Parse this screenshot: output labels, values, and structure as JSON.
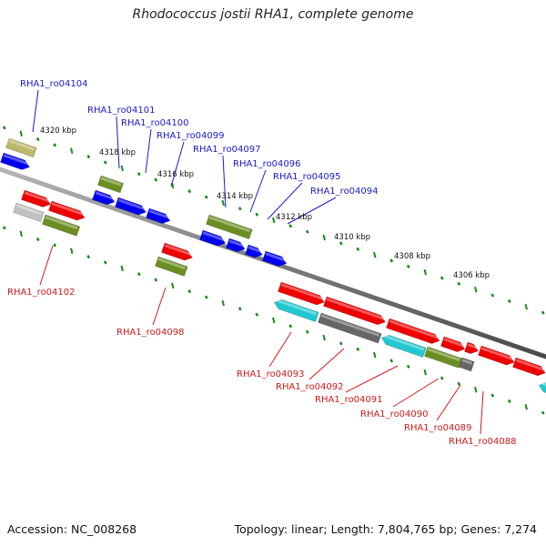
{
  "title": "Rhodococcus jostii RHA1, complete genome",
  "footer": {
    "accession": "Accession: NC_008268",
    "topology": "Topology: linear; Length: 7,804,765 bp; Genes: 7,274"
  },
  "colors": {
    "backbone": "#888888",
    "ticks": "#1a8a1a",
    "forward_label": "#1a1acc",
    "reverse_label": "#cc1a1a"
  },
  "scale_labels": [
    "4320 kbp",
    "4318 kbp",
    "4316 kbp",
    "4314 kbp",
    "4312 kbp",
    "4310 kbp",
    "4308 kbp",
    "4306 kbp"
  ],
  "forward_genes": [
    "RHA1_ro04104",
    "RHA1_ro04101",
    "RHA1_ro04100",
    "RHA1_ro04099",
    "RHA1_ro04097",
    "RHA1_ro04096",
    "RHA1_ro04095",
    "RHA1_ro04094"
  ],
  "reverse_genes": [
    "RHA1_ro04102",
    "RHA1_ro04098",
    "RHA1_ro04093",
    "RHA1_ro04092",
    "RHA1_ro04091",
    "RHA1_ro04090",
    "RHA1_ro04089",
    "RHA1_ro04088"
  ],
  "feature_colors": {
    "blue": "#0000ee",
    "red": "#ee0000",
    "olive": "#6b8e23",
    "khaki": "#bdb76b",
    "cyan": "#22c8d0",
    "gray": "#666666",
    "lightgray": "#c0c0c0"
  }
}
